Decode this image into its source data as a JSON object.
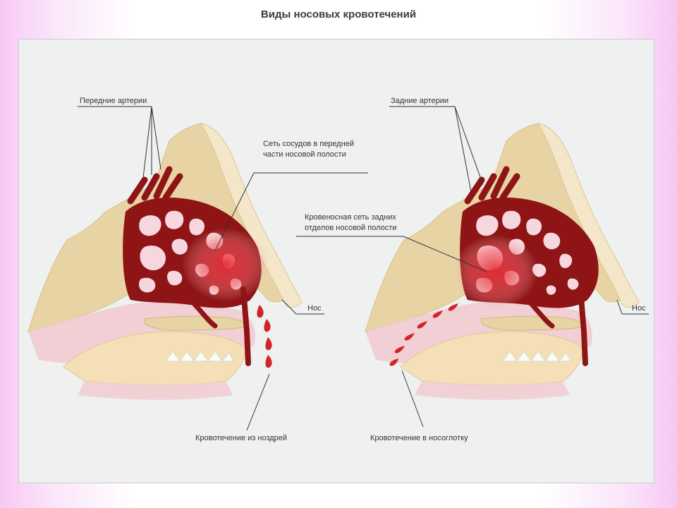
{
  "title": "Виды носовых кровотечений",
  "left": {
    "arteries_label": "Передние артерии",
    "network_label_line1": "Сеть сосудов в передней",
    "network_label_line2": "части носовой полости",
    "nose_label": "Нос",
    "bleed_label": "Кровотечение из ноздрей"
  },
  "right": {
    "arteries_label": "Задние артерии",
    "network_label_line1": "Кровеносная сеть задних",
    "network_label_line2": "отделов носовой полости",
    "nose_label": "Нос",
    "bleed_label": "Кровотечение в носоглотку"
  },
  "colors": {
    "bone": "#e8d3a5",
    "cartilage": "#f3e6c9",
    "tissue": "#f2c9cf",
    "vessel": "#8e1416",
    "hemorrhage": "#e02a32",
    "panel": "#eef1ef"
  }
}
